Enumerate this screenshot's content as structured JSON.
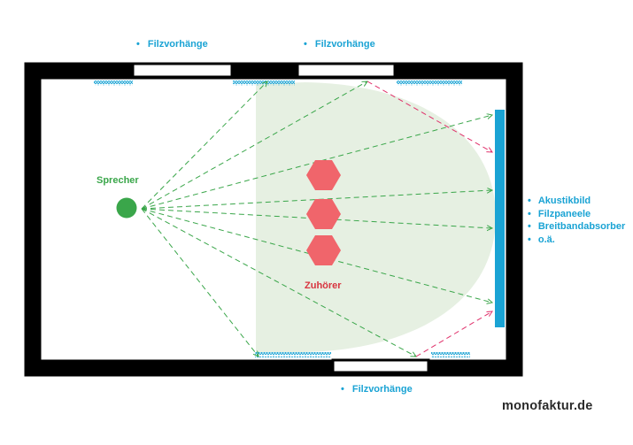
{
  "labels": {
    "curtain_top_left": "Filzvorhänge",
    "curtain_top_right": "Filzvorhänge",
    "curtain_bottom": "Filzvorhänge",
    "speaker": "Sprecher",
    "listeners": "Zuhörer",
    "absorber_items": [
      "Akustikbild",
      "Filzpaneele",
      "Breitbandabsorber",
      "o.ä."
    ]
  },
  "brand": "monofaktur.de",
  "colors": {
    "wall": "#000000",
    "curtain": "#1aa3d4",
    "speaker": "#3aa64a",
    "listener": "#f0656b",
    "listener_label": "#d8343f",
    "absorber_panel": "#1aa3d4",
    "direct_sound_rays": "#3aa64a",
    "reflected_rays": "#e0306a",
    "listening_area": "#e6f0e2"
  }
}
